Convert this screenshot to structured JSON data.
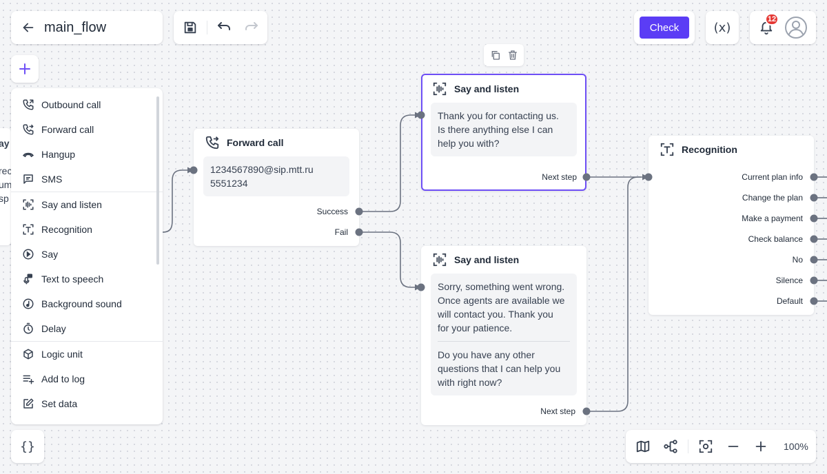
{
  "header": {
    "flow_name": "main_flow",
    "check_label": "Check",
    "variables_label": "(x)",
    "notifications_count": "12"
  },
  "add_menu": {
    "groups": [
      [
        {
          "label": "Outbound call",
          "icon": "outbound-call-icon"
        },
        {
          "label": "Forward call",
          "icon": "forward-call-icon"
        },
        {
          "label": "Hangup",
          "icon": "hangup-icon"
        },
        {
          "label": "SMS",
          "icon": "sms-icon"
        }
      ],
      [
        {
          "label": "Say and listen",
          "icon": "say-and-listen-icon"
        },
        {
          "label": "Recognition",
          "icon": "recognition-icon"
        },
        {
          "label": "Say",
          "icon": "say-icon"
        },
        {
          "label": "Text to speech",
          "icon": "text-to-speech-icon"
        },
        {
          "label": "Background sound",
          "icon": "background-sound-icon"
        },
        {
          "label": "Delay",
          "icon": "delay-icon"
        }
      ],
      [
        {
          "label": "Logic unit",
          "icon": "logic-unit-icon"
        },
        {
          "label": "Add to log",
          "icon": "add-to-log-icon"
        },
        {
          "label": "Set data",
          "icon": "set-data-icon"
        }
      ]
    ]
  },
  "nodes": {
    "offscreen": {
      "title_fragment": "ay",
      "lines": [
        "rec",
        "um",
        "sp"
      ]
    },
    "forward_call": {
      "title": "Forward call",
      "body": [
        "1234567890@sip.mtt.ru",
        "5551234"
      ],
      "ports": [
        "Success",
        "Fail"
      ]
    },
    "say_listen_1": {
      "title": "Say and listen",
      "body": [
        "Thank you for contacting us.",
        "Is there anything else I can",
        "help you with?"
      ],
      "ports": [
        "Next step"
      ]
    },
    "say_listen_2": {
      "title": "Say and listen",
      "body_a": [
        "Sorry, something went wrong.",
        "Once agents are available we",
        "will contact you. Thank you",
        "for your patience."
      ],
      "body_b": [
        "Do you have any other",
        "questions that I can help you",
        "with right now?"
      ],
      "ports": [
        "Next step"
      ]
    },
    "recognition": {
      "title": "Recognition",
      "ports": [
        "Current plan info",
        "Change the plan",
        "Make a payment",
        "Check balance",
        "No",
        "Silence",
        "Default"
      ]
    }
  },
  "bottom": {
    "braces_label": "{}",
    "zoom_level": "100%"
  },
  "colors": {
    "accent": "#5b3df5",
    "selected_border": "#6e4ff6",
    "edge": "#6b7280",
    "badge": "#e53935"
  }
}
